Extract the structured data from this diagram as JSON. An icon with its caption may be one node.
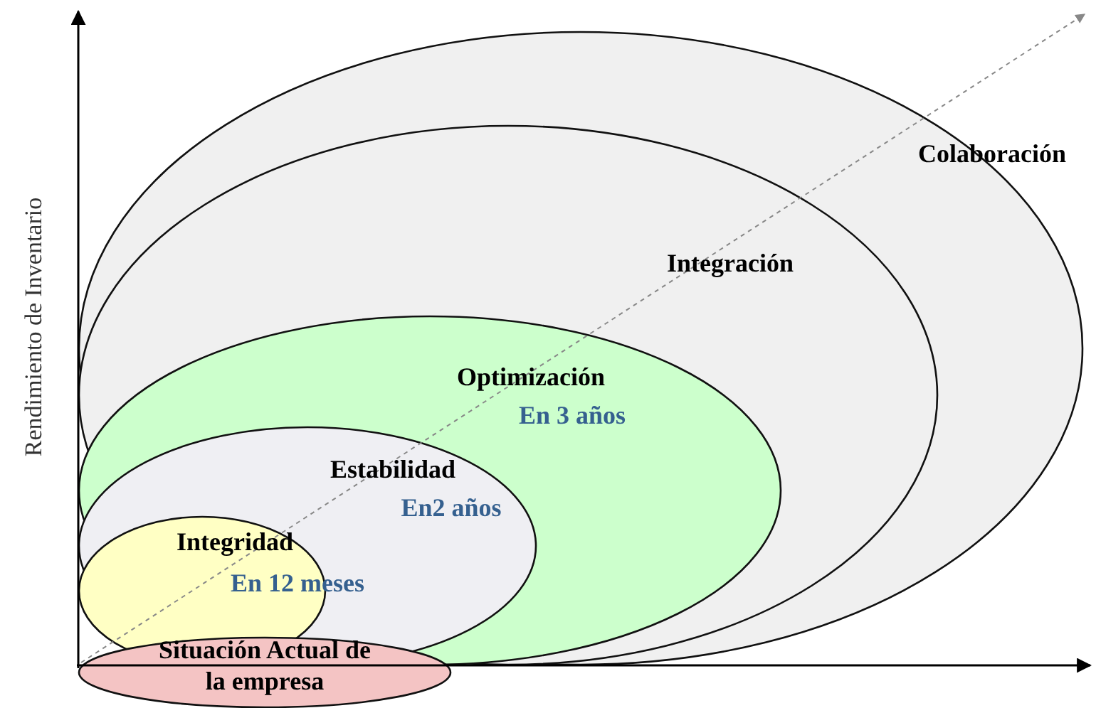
{
  "diagram": {
    "nodes": [
      {
        "text": [
          "Colaboración"
        ]
      },
      {
        "text": [
          "Integración"
        ],
        "in": 0
      },
      {
        "text": [
          "Optimización",
          "En 3 años"
        ],
        "in": 1
      },
      {
        "text": [
          "Estabilidad",
          "En2 años"
        ],
        "in": 2
      },
      {
        "text": [
          "Integridad",
          "En 12 meses"
        ],
        "in": 3
      },
      {
        "text": [
          "Situación Actual de la empresa"
        ]
      }
    ],
    "edges": [],
    "labels": [
      "Rendimiento de Inventario"
    ]
  }
}
